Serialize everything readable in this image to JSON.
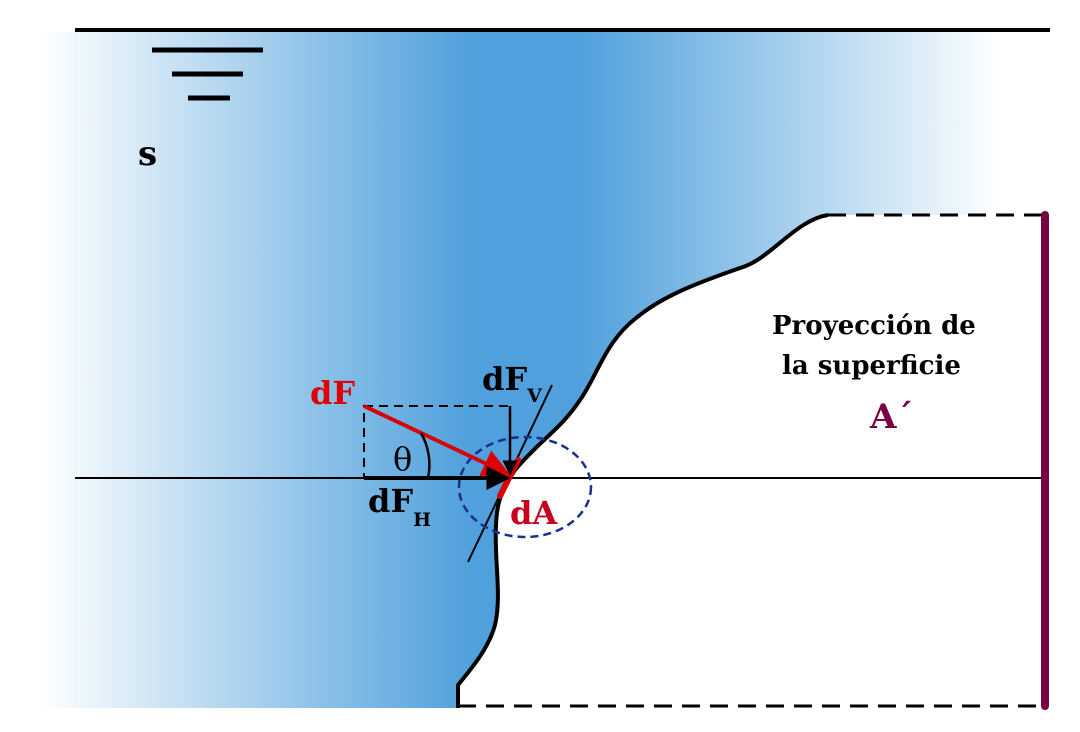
{
  "labels": {
    "s": "s",
    "dF": "dF",
    "dFv": "dF",
    "dFv_sub": "V",
    "dFh": "dF",
    "dFh_sub": "H",
    "theta": "θ",
    "dA": "dA",
    "projection_line1": "Proyección de",
    "projection_line2": "la superficie",
    "a_prime": "A´"
  },
  "colors": {
    "water": "#4fa0dc",
    "force_red": "#dd0000",
    "projection_purple": "#7a0044",
    "circle_blue": "#1a2f8c",
    "ink": "#000000"
  }
}
